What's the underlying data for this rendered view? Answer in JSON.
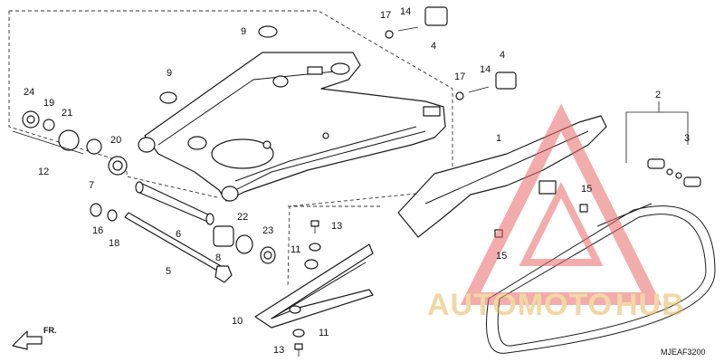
{
  "diagram": {
    "code": "MJEAF3200",
    "front_label": "FR.",
    "callouts": [
      {
        "id": "c1",
        "label": "1"
      },
      {
        "id": "c2",
        "label": "2"
      },
      {
        "id": "c3",
        "label": "3"
      },
      {
        "id": "c4a",
        "label": "4"
      },
      {
        "id": "c4b",
        "label": "4"
      },
      {
        "id": "c5",
        "label": "5"
      },
      {
        "id": "c6",
        "label": "6"
      },
      {
        "id": "c7",
        "label": "7"
      },
      {
        "id": "c8",
        "label": "8"
      },
      {
        "id": "c9a",
        "label": "9"
      },
      {
        "id": "c9b",
        "label": "9"
      },
      {
        "id": "c10",
        "label": "10"
      },
      {
        "id": "c11a",
        "label": "11"
      },
      {
        "id": "c11b",
        "label": "11"
      },
      {
        "id": "c12",
        "label": "12"
      },
      {
        "id": "c13a",
        "label": "13"
      },
      {
        "id": "c13b",
        "label": "13"
      },
      {
        "id": "c14a",
        "label": "14"
      },
      {
        "id": "c14b",
        "label": "14"
      },
      {
        "id": "c15a",
        "label": "15"
      },
      {
        "id": "c15b",
        "label": "15"
      },
      {
        "id": "c16",
        "label": "16"
      },
      {
        "id": "c17a",
        "label": "17"
      },
      {
        "id": "c17b",
        "label": "17"
      },
      {
        "id": "c18",
        "label": "18"
      },
      {
        "id": "c19",
        "label": "19"
      },
      {
        "id": "c20",
        "label": "20"
      },
      {
        "id": "c21",
        "label": "21"
      },
      {
        "id": "c22",
        "label": "22"
      },
      {
        "id": "c23",
        "label": "23"
      },
      {
        "id": "c24",
        "label": "24"
      }
    ]
  },
  "watermark": {
    "text_part1": "AUTOMOTO",
    "text_part2": "HUB",
    "color_primary": "#e8b85a",
    "color_secondary": "#e8b85a",
    "triangle_color": "#e86a6a"
  }
}
